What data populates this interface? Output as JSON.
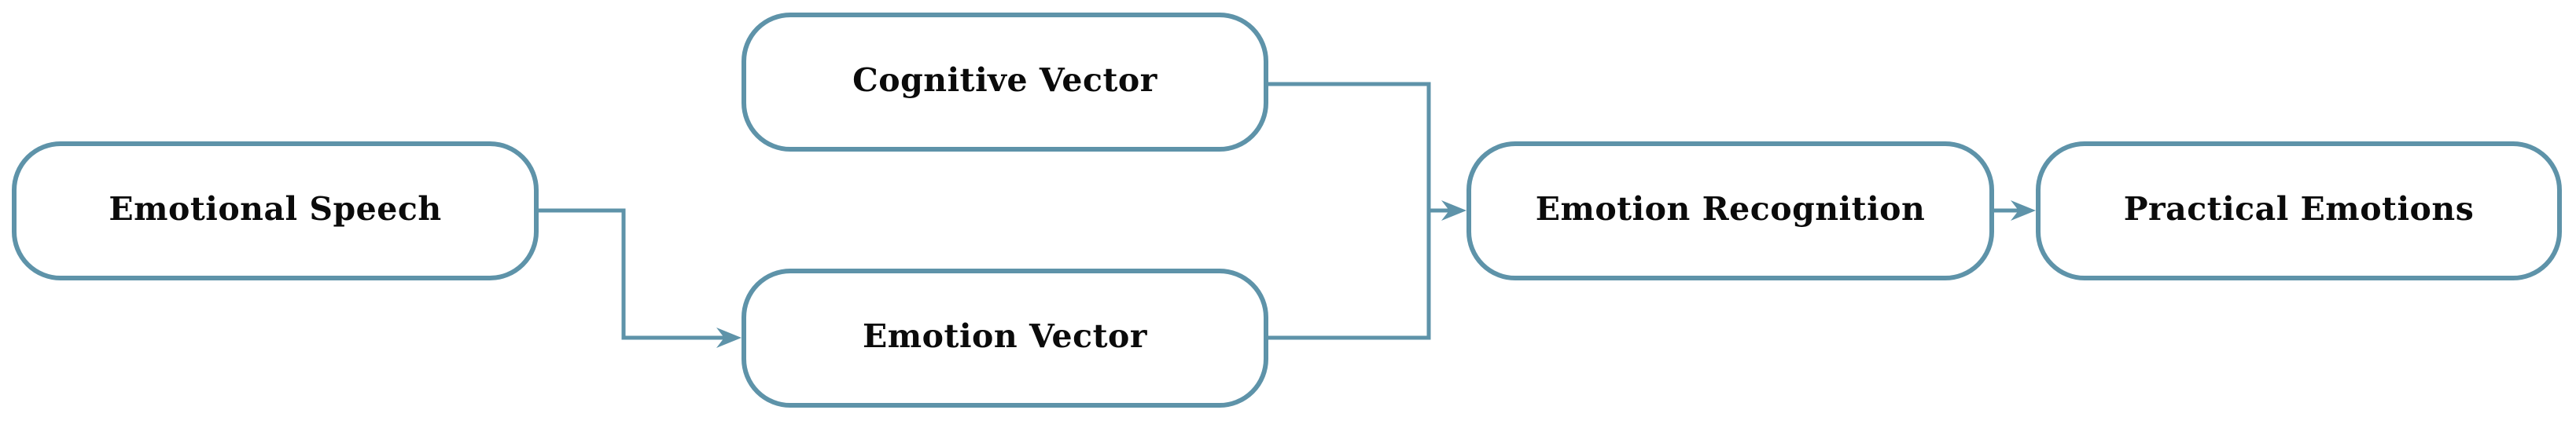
{
  "diagram": {
    "type": "flowchart",
    "background_color": "#ffffff",
    "accent_color": "#5e93a9",
    "text_color": "#0b0b0b",
    "nodes": [
      {
        "id": "emotional-speech",
        "label": "Emotional Speech"
      },
      {
        "id": "cognitive-vector",
        "label": "Cognitive Vector"
      },
      {
        "id": "emotion-vector",
        "label": "Emotion Vector"
      },
      {
        "id": "emotion-recognition",
        "label": "Emotion Recognition"
      },
      {
        "id": "practical-emotions",
        "label": "Practical Emotions"
      }
    ],
    "edges": [
      {
        "from": "emotional-speech",
        "to": "emotion-vector",
        "style": "elbow",
        "arrowhead": true
      },
      {
        "from": "cognitive-vector",
        "to": "emotion-recognition",
        "style": "elbow-merge",
        "arrowhead": false
      },
      {
        "from": "emotion-vector",
        "to": "emotion-recognition",
        "style": "elbow-merge",
        "arrowhead": false
      },
      {
        "from": "merge-point",
        "to": "emotion-recognition",
        "style": "straight",
        "arrowhead": true
      },
      {
        "from": "emotion-recognition",
        "to": "practical-emotions",
        "style": "straight",
        "arrowhead": true
      }
    ]
  }
}
